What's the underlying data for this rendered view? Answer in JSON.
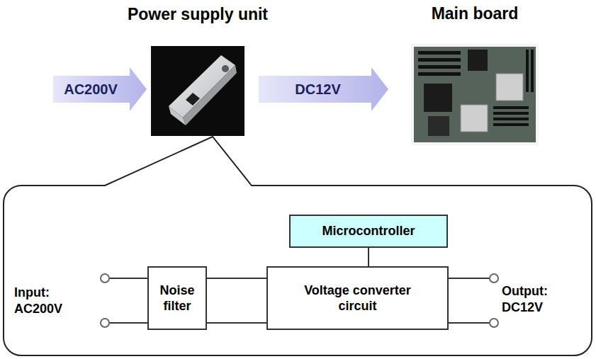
{
  "diagram": {
    "nodes": [
      {
        "text": [
          "Power supply unit"
        ]
      },
      {
        "text": [
          "Main board"
        ]
      },
      {
        "text": [
          "Microcontroller"
        ]
      },
      {
        "text": [
          "Noise filter"
        ]
      },
      {
        "text": [
          "Voltage converter circuit"
        ]
      }
    ],
    "edges": [
      {
        "from": 0,
        "to": 1,
        "arrow": "to",
        "label": "DC12V"
      },
      {
        "from": 2,
        "to": 4,
        "arrow": "none"
      },
      {
        "from": 3,
        "to": 4,
        "arrow": "none"
      },
      {
        "from": 3,
        "to": 4,
        "arrow": "none"
      }
    ],
    "labels": [
      "AC200V",
      "Input: AC200V",
      "Output: DC12V"
    ]
  }
}
